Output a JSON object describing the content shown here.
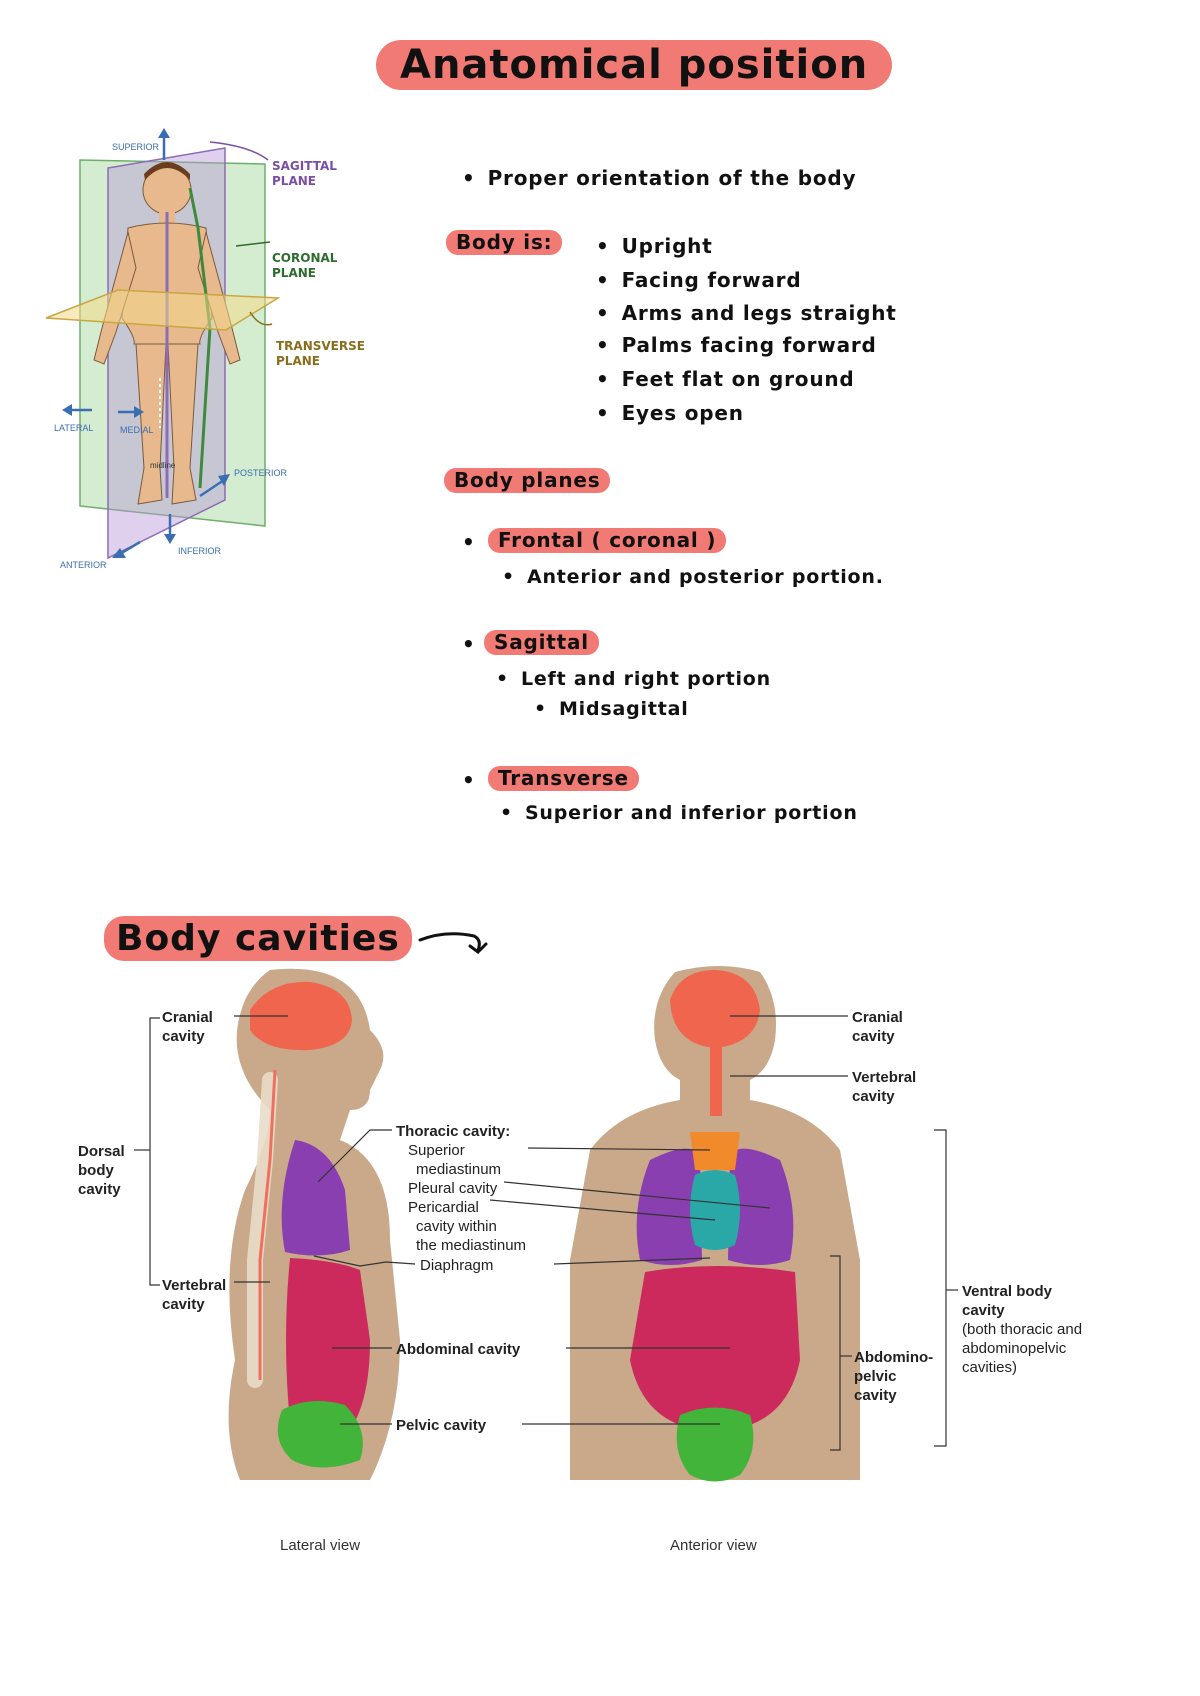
{
  "title": "Anatomical position",
  "intro": "Proper orientation of the body",
  "body_is": {
    "label": "Body is:",
    "items": [
      "Upright",
      "Facing forward",
      "Arms and legs straight",
      "Palms facing forward",
      "Feet flat on ground",
      "Eyes open"
    ]
  },
  "planes": {
    "label": "Body planes",
    "frontal": {
      "name": "Frontal ( coronal )",
      "desc": "Anterior and posterior portion."
    },
    "sagittal": {
      "name": "Sagittal",
      "desc": "Left and right portion",
      "sub": "Midsagittal"
    },
    "transverse": {
      "name": "Transverse",
      "desc": "Superior and inferior portion"
    }
  },
  "plane_figure": {
    "sagittal_1": "SAGITTAL",
    "sagittal_2": "PLANE",
    "coronal_1": "CORONAL",
    "coronal_2": "PLANE",
    "transverse_1": "TRANSVERSE",
    "transverse_2": "PLANE",
    "superior": "SUPERIOR",
    "inferior": "INFERIOR",
    "lateral": "LATERAL",
    "medial": "MEDIAL",
    "posterior": "POSTERIOR",
    "anterior": "ANTERIOR",
    "midline": "midline"
  },
  "cavities": {
    "title": "Body cavities",
    "cranial_1": "Cranial",
    "cranial_2": "cavity",
    "dorsal_1": "Dorsal",
    "dorsal_2": "body",
    "dorsal_3": "cavity",
    "vertebral_1": "Vertebral",
    "vertebral_2": "cavity",
    "thoracic": "Thoracic cavity:",
    "superior_1": "Superior",
    "superior_2": "mediastinum",
    "pleural": "Pleural cavity",
    "pericardial_1": "Pericardial",
    "pericardial_2": "cavity within",
    "pericardial_3": "the mediastinum",
    "diaphragm": "Diaphragm",
    "abdominal": "Abdominal cavity",
    "pelvic": "Pelvic cavity",
    "abdpelvic_1": "Abdomino-",
    "abdpelvic_2": "pelvic",
    "abdpelvic_3": "cavity",
    "ventral_1": "Ventral body",
    "ventral_2": "cavity",
    "ventral_3": "(both thoracic and",
    "ventral_4": "abdominopelvic",
    "ventral_5": "cavities)",
    "lateral_view": "Lateral view",
    "anterior_view": "Anterior view"
  },
  "colors": {
    "highlight": "#f27a74",
    "sagittal_plane": "#7a4fa3",
    "coronal_plane": "#2f6b2f",
    "transverse_plane": "#8a6d1c",
    "axis_blue": "#3b6eb0",
    "cranial": "#f0654e",
    "thoracic": "#8a3fb0",
    "abdominal": "#cc2a5c",
    "pelvic": "#43b43a",
    "mediastinum": "#f08a2a",
    "pericardial": "#2aa7a7",
    "skin": "#c9a98a"
  }
}
